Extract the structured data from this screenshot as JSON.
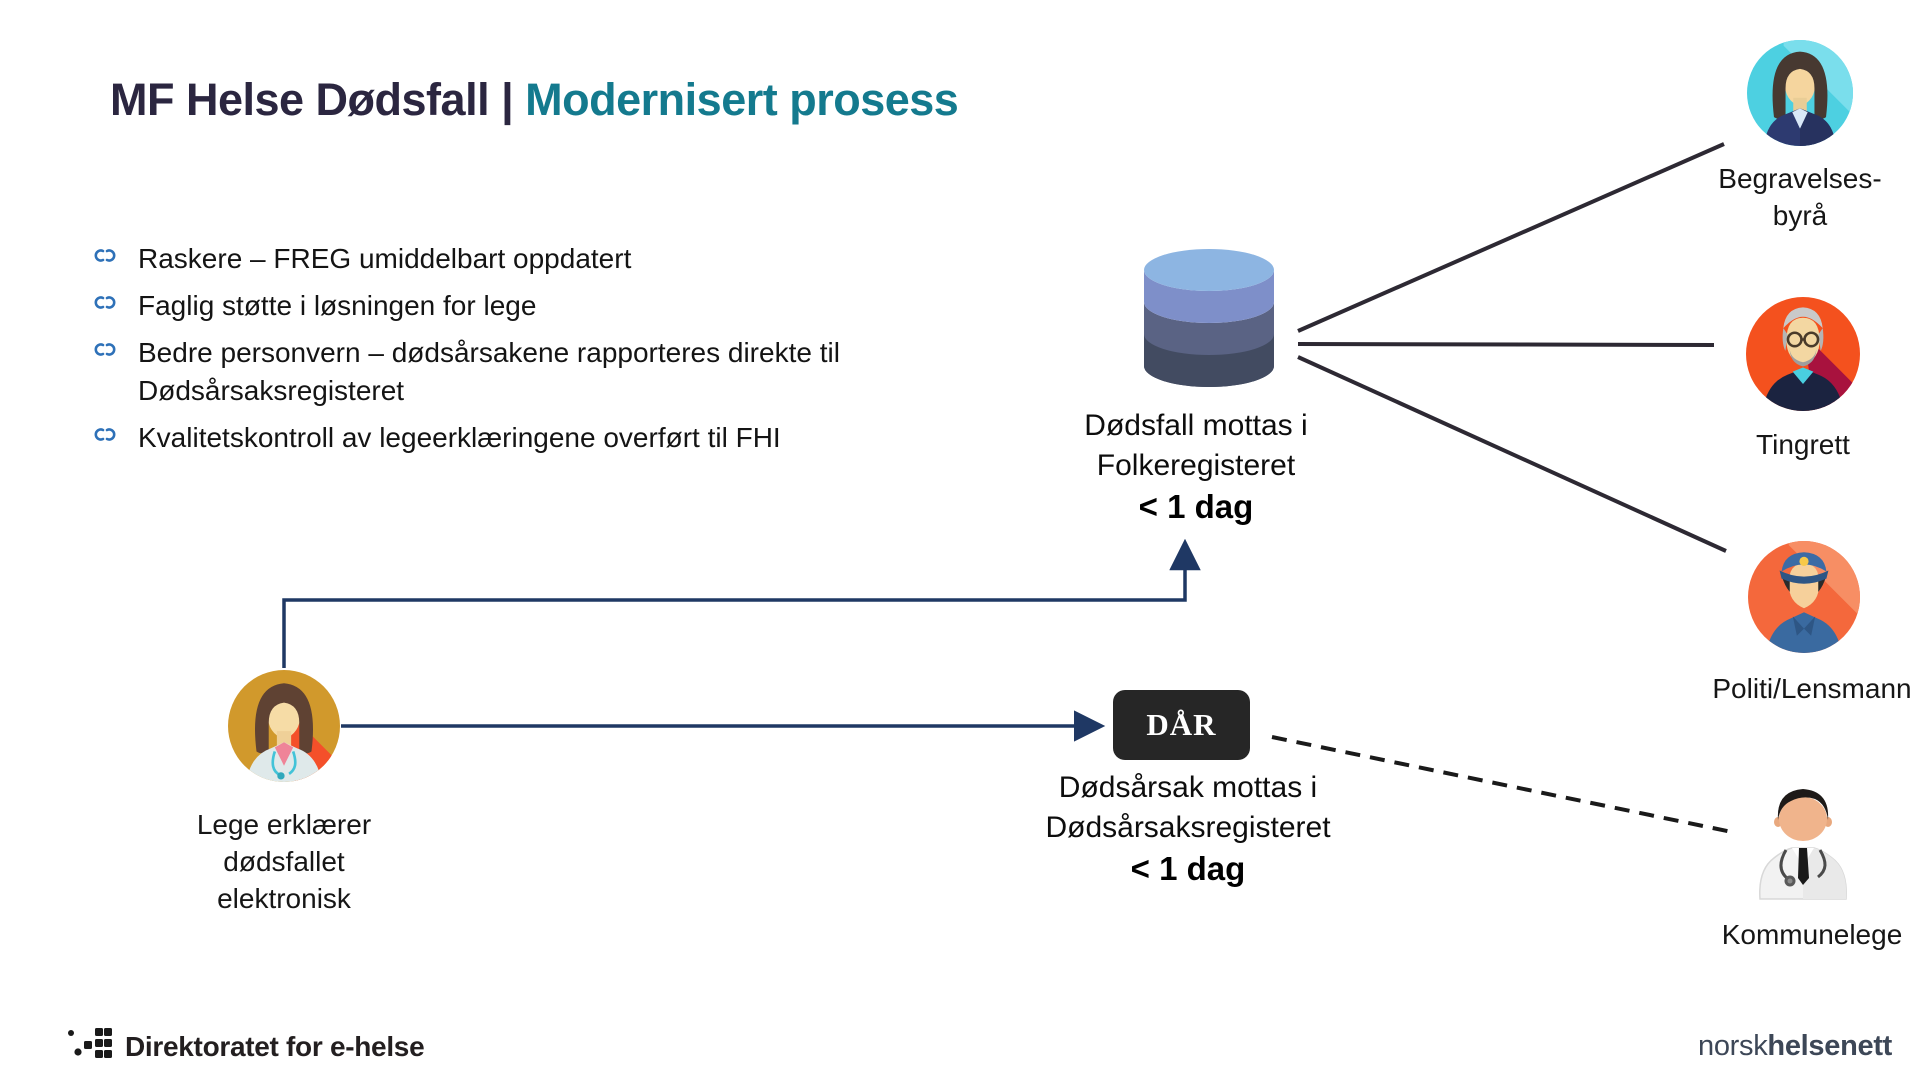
{
  "slide": {
    "title": {
      "primary": "MF Helse Dødsfall | ",
      "accent": "Modernisert prosess"
    },
    "bullets": [
      "Raskere – FREG umiddelbart oppdatert",
      "Faglig støtte i løsningen for lege",
      "Bedre personvern – dødsårsakene rapporteres direkte til\nDødsårsaksregisteret",
      "Kvalitetskontroll av legeerklæringene overført til FHI"
    ]
  },
  "freg_node": {
    "icon": "database-cylinder",
    "line1": "Dødsfall mottas i",
    "line2": "Folkeregisteret",
    "duration": "< 1 dag"
  },
  "dar_node": {
    "box_label": "DÅR",
    "line1": "Dødsårsak mottas i",
    "line2": "Dødsårsaksregisteret",
    "duration": "< 1 dag"
  },
  "doctor_node": {
    "icon": "female-doctor-avatar",
    "label": "Lege erklærer\ndødsfallet\nelektronisk"
  },
  "actors": [
    {
      "id": "begravelsesbyra",
      "icon": "funeral-agent-avatar",
      "label": "Begravelses-\nbyrå"
    },
    {
      "id": "tingrett",
      "icon": "judge-avatar",
      "label": "Tingrett"
    },
    {
      "id": "politi",
      "icon": "police-officer-avatar",
      "label": "Politi/Lensmann"
    },
    {
      "id": "kommunelege",
      "icon": "municipal-doctor-avatar",
      "label": "Kommunelege"
    }
  ],
  "footer": {
    "left_org": "Direktoratet for e-helse",
    "right_org_regular": "norsk",
    "right_org_bold": "helsenett"
  },
  "colors": {
    "title_primary": "#2B2640",
    "title_accent": "#147A8E",
    "bullet_glyph": "#2E71B8",
    "connector_navy": "#1F3864",
    "connector_black": "#2D2933",
    "dar_box_bg": "#262626",
    "db_cap": "#8DB5E2",
    "db_band1": "#7E8FC9",
    "db_band2": "#5A6384",
    "db_band3": "#424B61"
  }
}
